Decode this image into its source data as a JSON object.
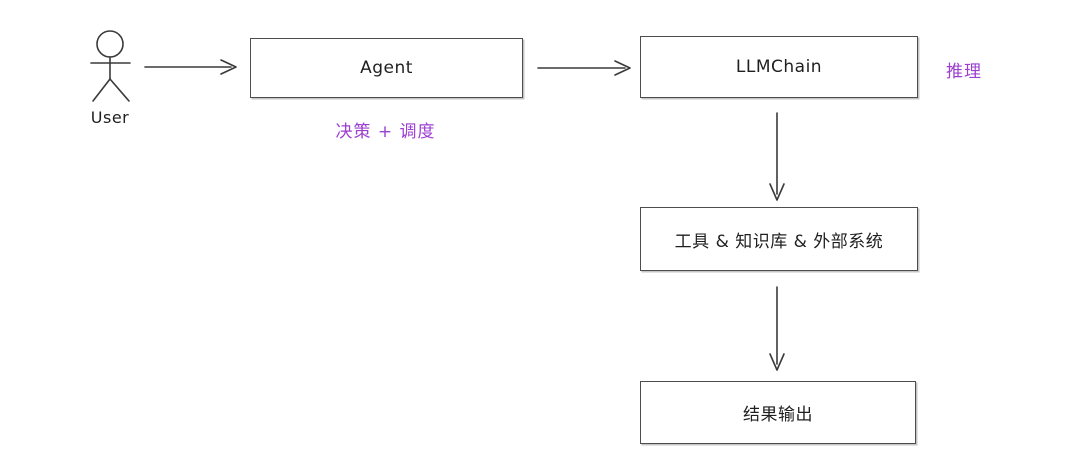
{
  "diagram": {
    "title": "Agent flow diagram",
    "colors": {
      "background": "#ffffff",
      "stroke": "#4d4d4d",
      "arrow": "#3a3a3a",
      "text": "#1f1f1f",
      "annotation": "#9b3fd1"
    },
    "actor": {
      "label": "User"
    },
    "nodes": [
      {
        "id": "agent",
        "label": "Agent"
      },
      {
        "id": "llmchain",
        "label": "LLMChain"
      },
      {
        "id": "tools",
        "label": "工具 & 知识库 & 外部系统"
      },
      {
        "id": "output",
        "label": "结果输出"
      }
    ],
    "annotations": [
      {
        "id": "agent-note",
        "label": "决策 + 调度",
        "attached_to": "agent"
      },
      {
        "id": "llmchain-note",
        "label": "推理",
        "attached_to": "llmchain"
      }
    ],
    "edges": [
      {
        "from": "user",
        "to": "agent",
        "direction": "right"
      },
      {
        "from": "agent",
        "to": "llmchain",
        "direction": "right"
      },
      {
        "from": "llmchain",
        "to": "tools",
        "direction": "down"
      },
      {
        "from": "tools",
        "to": "output",
        "direction": "down"
      }
    ]
  }
}
